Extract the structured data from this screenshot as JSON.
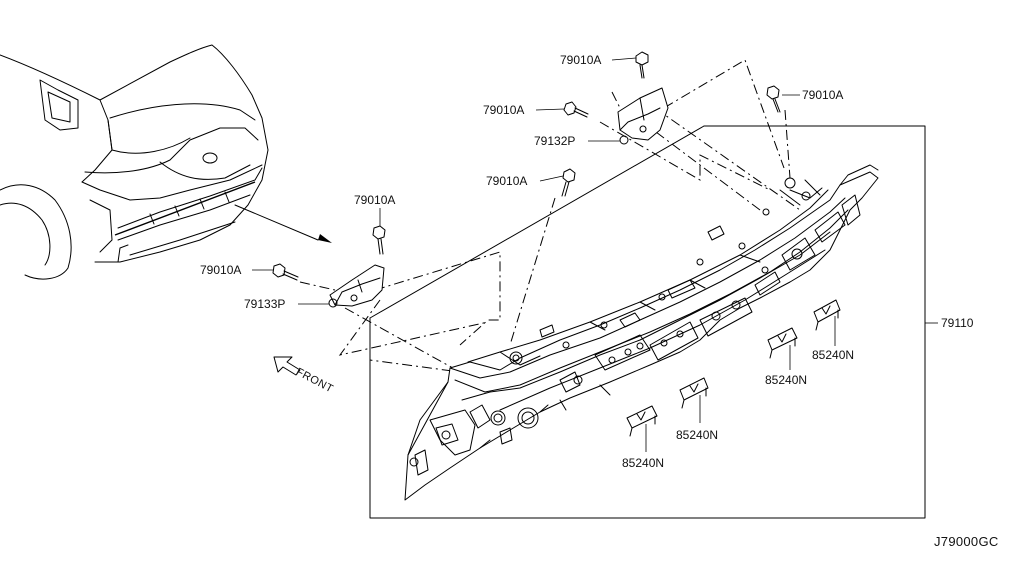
{
  "diagram": {
    "part_labels": {
      "bolt_top_center": "79010A",
      "bolt_top_left": "79010A",
      "bolt_top_right": "79010A",
      "bracket_upper": "79132P",
      "bolt_middle": "79010A",
      "bolt_left_upper": "79010A",
      "bolt_left_side": "79010A",
      "bracket_lower": "79133P",
      "rear_panel_assembly": "79110",
      "clip_1": "85240N",
      "clip_2": "85240N",
      "clip_3": "85240N",
      "clip_4": "85240N"
    },
    "front_indicator": "FRONT",
    "diagram_code": "J79000GC"
  }
}
